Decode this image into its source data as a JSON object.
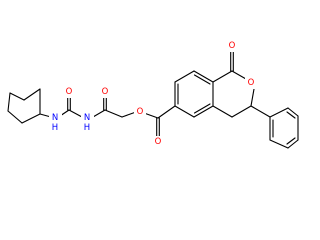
{
  "atoms": {
    "n1": {
      "label": "N",
      "color": "#0000ff"
    },
    "n1h": {
      "label": "H",
      "color": "#0000ff"
    },
    "n2": {
      "label": "N",
      "color": "#0000ff"
    },
    "n2h": {
      "label": "H",
      "color": "#0000ff"
    },
    "o_urea": {
      "label": "O",
      "color": "#ff0000"
    },
    "o_amide": {
      "label": "O",
      "color": "#ff0000"
    },
    "o_ester": {
      "label": "O",
      "color": "#ff0000"
    },
    "o_ester_carbonyl": {
      "label": "O",
      "color": "#ff0000"
    },
    "o_lactone_carbonyl": {
      "label": "O",
      "color": "#ff0000"
    },
    "o_ring": {
      "label": "O",
      "color": "#ff0000"
    }
  }
}
